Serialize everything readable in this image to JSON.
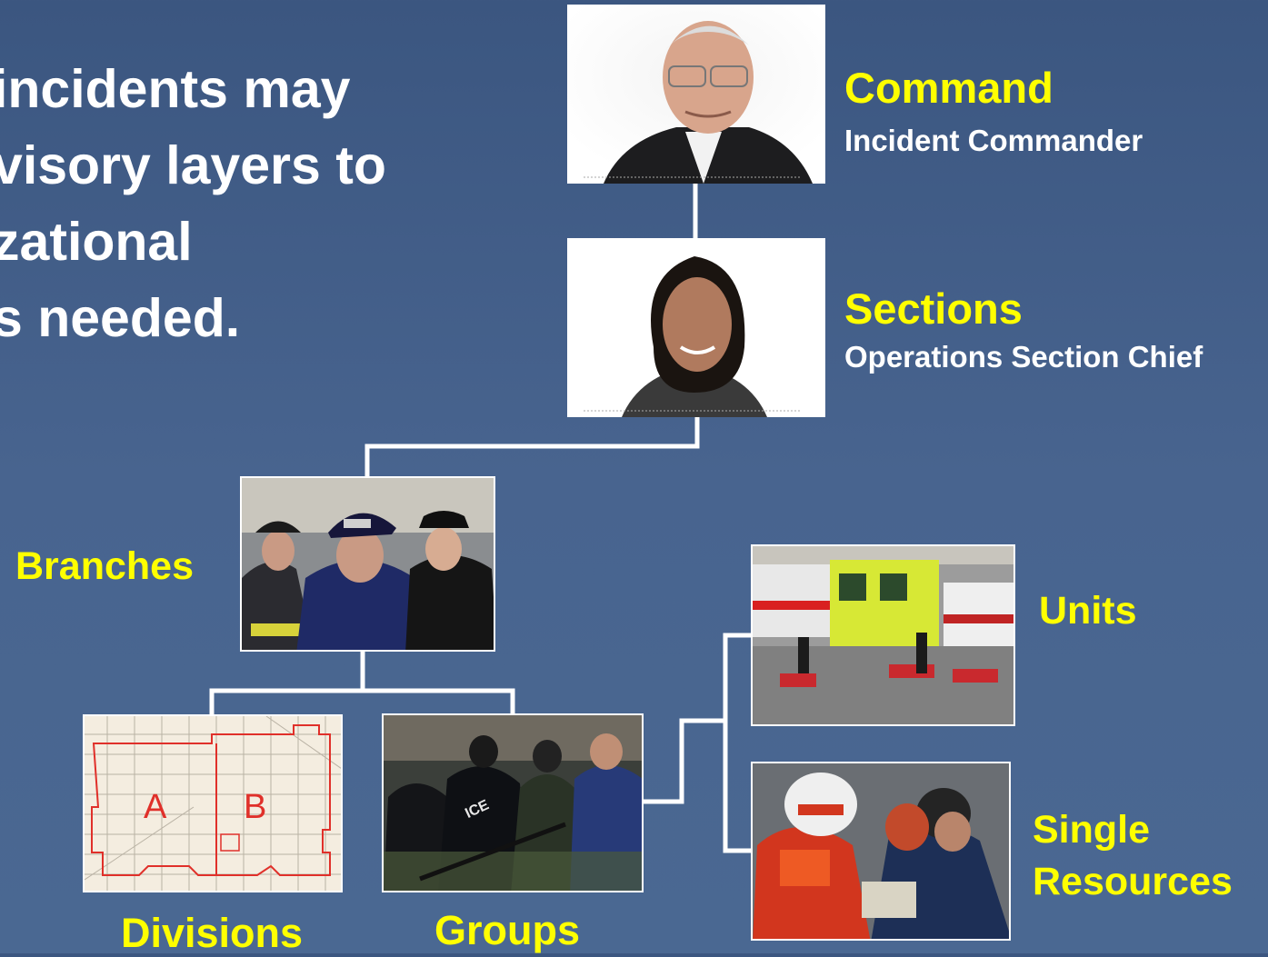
{
  "intro": {
    "line1": " incidents may",
    "line2": "visory layers to",
    "line3": "zational",
    "line4": "s needed."
  },
  "command": {
    "title": "Command",
    "role": "Incident Commander"
  },
  "sections": {
    "title": "Sections",
    "role": "Operations Section Chief"
  },
  "branches": {
    "title": "Branches"
  },
  "divisions": {
    "title": "Divisions",
    "map_labels": [
      "A",
      "B"
    ]
  },
  "groups": {
    "title": "Groups"
  },
  "units": {
    "title": "Units"
  },
  "single_resources": {
    "line1": "Single",
    "line2": "Resources"
  },
  "colors": {
    "accent": "#ffff00",
    "background": "#3e5a84",
    "line": "#ffffff",
    "map_outline": "#e0302a"
  }
}
